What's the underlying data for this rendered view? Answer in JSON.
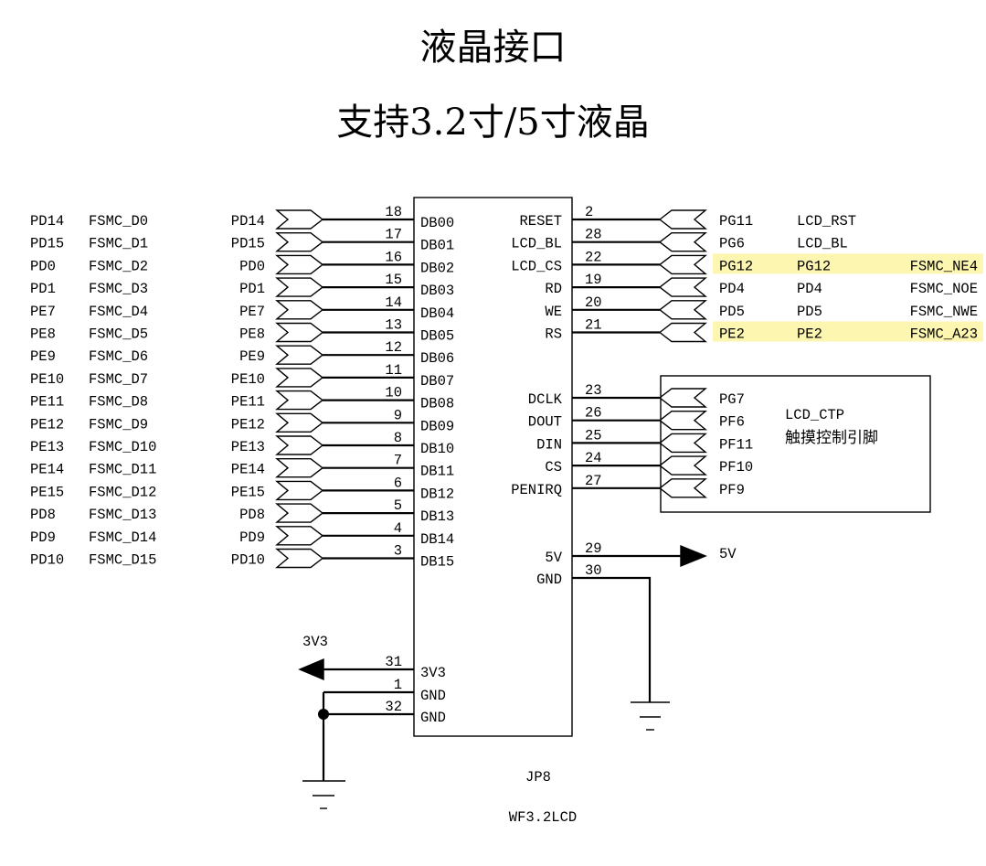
{
  "title": "液晶接口",
  "subtitle": "支持3.2寸/5寸液晶",
  "colors": {
    "highlight": "#fdf6b0",
    "line": "#000000"
  },
  "left_table": [
    {
      "port": "PD14",
      "fsmc": "FSMC_D0",
      "net": "PD14",
      "pin": "18",
      "label": "DB00"
    },
    {
      "port": "PD15",
      "fsmc": "FSMC_D1",
      "net": "PD15",
      "pin": "17",
      "label": "DB01"
    },
    {
      "port": "PD0",
      "fsmc": "FSMC_D2",
      "net": "PD0",
      "pin": "16",
      "label": "DB02"
    },
    {
      "port": "PD1",
      "fsmc": "FSMC_D3",
      "net": "PD1",
      "pin": "15",
      "label": "DB03"
    },
    {
      "port": "PE7",
      "fsmc": "FSMC_D4",
      "net": "PE7",
      "pin": "14",
      "label": "DB04"
    },
    {
      "port": "PE8",
      "fsmc": "FSMC_D5",
      "net": "PE8",
      "pin": "13",
      "label": "DB05"
    },
    {
      "port": "PE9",
      "fsmc": "FSMC_D6",
      "net": "PE9",
      "pin": "12",
      "label": "DB06"
    },
    {
      "port": "PE10",
      "fsmc": "FSMC_D7",
      "net": "PE10",
      "pin": "11",
      "label": "DB07"
    },
    {
      "port": "PE11",
      "fsmc": "FSMC_D8",
      "net": "PE11",
      "pin": "10",
      "label": "DB08"
    },
    {
      "port": "PE12",
      "fsmc": "FSMC_D9",
      "net": "PE12",
      "pin": "9",
      "label": "DB09"
    },
    {
      "port": "PE13",
      "fsmc": "FSMC_D10",
      "net": "PE13",
      "pin": "8",
      "label": "DB10"
    },
    {
      "port": "PE14",
      "fsmc": "FSMC_D11",
      "net": "PE14",
      "pin": "7",
      "label": "DB11"
    },
    {
      "port": "PE15",
      "fsmc": "FSMC_D12",
      "net": "PE15",
      "pin": "6",
      "label": "DB12"
    },
    {
      "port": "PD8",
      "fsmc": "FSMC_D13",
      "net": "PD8",
      "pin": "5",
      "label": "DB13"
    },
    {
      "port": "PD9",
      "fsmc": "FSMC_D14",
      "net": "PD9",
      "pin": "4",
      "label": "DB14"
    },
    {
      "port": "PD10",
      "fsmc": "FSMC_D15",
      "net": "PD10",
      "pin": "3",
      "label": "DB15"
    }
  ],
  "right_ctrl": [
    {
      "label": "RESET",
      "pin": "2",
      "net": "PG11",
      "func": "LCD_RST",
      "fsmc": "",
      "highlight": false
    },
    {
      "label": "LCD_BL",
      "pin": "28",
      "net": "PG6",
      "func": "LCD_BL",
      "fsmc": "",
      "highlight": false
    },
    {
      "label": "LCD_CS",
      "pin": "22",
      "net": "PG12",
      "func": "PG12",
      "fsmc": "FSMC_NE4",
      "highlight": true
    },
    {
      "label": "RD",
      "pin": "19",
      "net": "PD4",
      "func": "PD4",
      "fsmc": "FSMC_NOE",
      "highlight": false
    },
    {
      "label": "WE",
      "pin": "20",
      "net": "PD5",
      "func": "PD5",
      "fsmc": "FSMC_NWE",
      "highlight": false
    },
    {
      "label": "RS",
      "pin": "21",
      "net": "PE2",
      "func": "PE2",
      "fsmc": "FSMC_A23",
      "highlight": true
    }
  ],
  "right_touch": [
    {
      "label": "DCLK",
      "pin": "23",
      "net": "PG7"
    },
    {
      "label": "DOUT",
      "pin": "26",
      "net": "PF6"
    },
    {
      "label": "DIN",
      "pin": "25",
      "net": "PF11"
    },
    {
      "label": "CS",
      "pin": "24",
      "net": "PF10"
    },
    {
      "label": "PENIRQ",
      "pin": "27",
      "net": "PF9"
    }
  ],
  "touch_box_title": "LCD_CTP",
  "touch_box_desc": "触摸控制引脚",
  "power": {
    "v5_label": "5V",
    "v5_pin": "29",
    "v5_net": "5V",
    "gnd_label": "GND",
    "gnd_pin": "30",
    "v33_label": "3V3",
    "v33_pin": "31",
    "v33_net": "3V3",
    "gnd2_label": "GND",
    "gnd2_pin": "1",
    "gnd3_label": "GND",
    "gnd3_pin": "32"
  },
  "ctp_table": [
    {
      "port": "PG7",
      "func": "LCD_CTP"
    },
    {
      "port": "PF6",
      "func": "LCD_CTP"
    },
    {
      "port": "PF11",
      "func": "LCD_CTP"
    },
    {
      "port": "PF10",
      "func": "LCD_CTP"
    },
    {
      "port": "PF9",
      "func": "LCD_CTP"
    }
  ],
  "designator": "JP8",
  "part": "WF3.2LCD"
}
